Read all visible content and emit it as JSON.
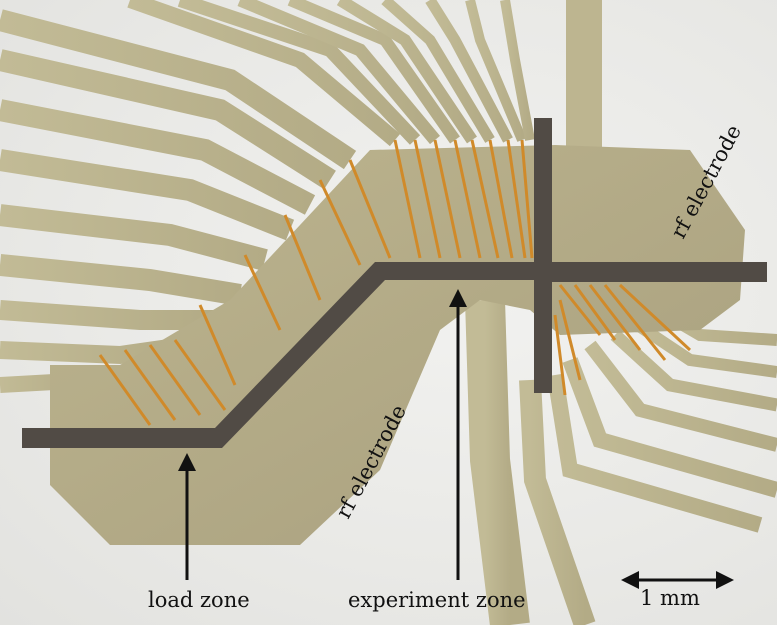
{
  "labels": {
    "load_zone": "load zone",
    "experiment_zone": "experiment zone",
    "rf_electrode_top": "rf electrode",
    "rf_electrode_bottom": "rf electrode",
    "scale_bar": "1 mm"
  },
  "colors": {
    "background": "#ebebe8",
    "gold_trace": "#b8b08a",
    "gold_electrode": "#a9a184",
    "slot_dark": "#4f4a44",
    "copper_wire": "#d08a2a",
    "annotation": "#111111"
  }
}
